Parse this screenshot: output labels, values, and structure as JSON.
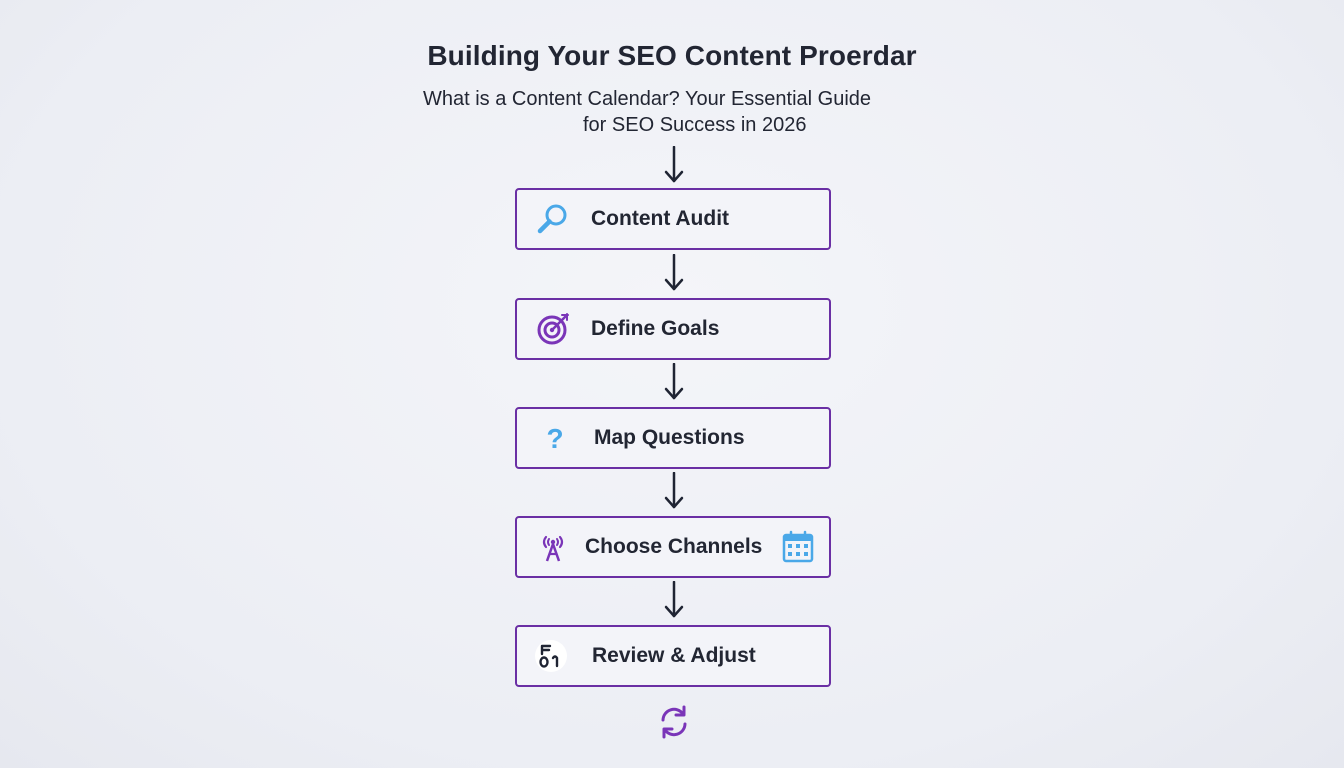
{
  "title": "Building Your SEO Content Proerdar",
  "subtitle": {
    "line1": "What is a Content Calendar? Your Essential Guide",
    "line2": "for SEO Success in 2026"
  },
  "steps": [
    {
      "label": "Content Audit",
      "icon": "magnifier-icon"
    },
    {
      "label": "Define Goals",
      "icon": "target-icon"
    },
    {
      "label": "Map Questions",
      "icon": "question-icon"
    },
    {
      "label": "Choose Channels",
      "icon": "antenna-icon",
      "trailing_icon": "calendar-icon"
    },
    {
      "label": "Review & Adjust",
      "icon": "review-icon"
    }
  ],
  "end_icon": "cycle-icon",
  "colors": {
    "border": "#6a2fa4",
    "accent_blue": "#4aa8e8",
    "accent_purple": "#7a35b8",
    "text": "#222633"
  }
}
